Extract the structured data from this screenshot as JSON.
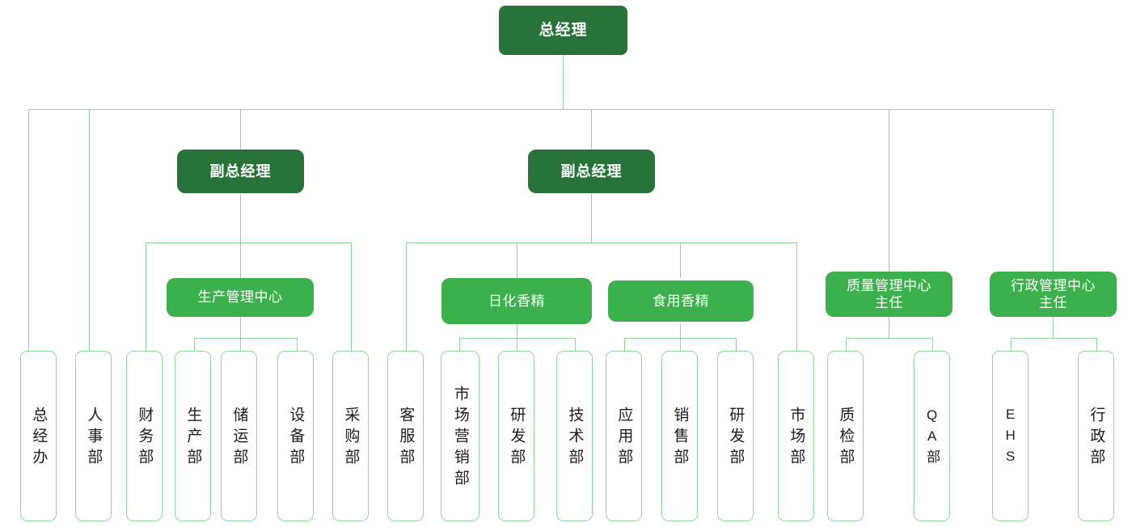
{
  "chart_title": "",
  "colors": {
    "level1_fill": "#267239",
    "level2_fill": "#267239",
    "level3_fill": "#3cb04c",
    "department_border": "#8fd89a",
    "department_fill": "#ffffff",
    "connector": "#8fd89a",
    "level_text": "#ffffff",
    "department_text": "#1d1d1d"
  },
  "org": {
    "root": {
      "label": "总经理"
    },
    "deputies": [
      {
        "id": "vp1",
        "label": "副总经理"
      },
      {
        "id": "vp2",
        "label": "副总经理"
      }
    ],
    "centers": [
      {
        "id": "prod_center",
        "label": "生产管理中心",
        "lines": [
          "生产管理中心"
        ]
      },
      {
        "id": "daily_flavor",
        "label": "日化香精",
        "lines": [
          "日化香精"
        ]
      },
      {
        "id": "food_flavor",
        "label": "食用香精",
        "lines": [
          "食用香精"
        ]
      },
      {
        "id": "quality_center",
        "label": "质量管理中心主任",
        "lines": [
          "质量管理中心",
          "主任"
        ]
      },
      {
        "id": "admin_center",
        "label": "行政管理中心主任",
        "lines": [
          "行政管理中心",
          "主任"
        ]
      }
    ],
    "departments": [
      {
        "id": "d01",
        "label": "总经办",
        "parent": "root"
      },
      {
        "id": "d02",
        "label": "人事部",
        "parent": "root"
      },
      {
        "id": "d03",
        "label": "财务部",
        "parent": "vp1"
      },
      {
        "id": "d04",
        "label": "生产部",
        "parent": "prod_center"
      },
      {
        "id": "d05",
        "label": "储运部",
        "parent": "prod_center"
      },
      {
        "id": "d06",
        "label": "设备部",
        "parent": "prod_center"
      },
      {
        "id": "d07",
        "label": "采购部",
        "parent": "vp1"
      },
      {
        "id": "d08",
        "label": "客服部",
        "parent": "vp2"
      },
      {
        "id": "d09",
        "label": "市场营销部",
        "parent": "daily_flavor"
      },
      {
        "id": "d10",
        "label": "研发部",
        "parent": "daily_flavor"
      },
      {
        "id": "d11",
        "label": "技术部",
        "parent": "daily_flavor"
      },
      {
        "id": "d12",
        "label": "应用部",
        "parent": "food_flavor"
      },
      {
        "id": "d13",
        "label": "销售部",
        "parent": "food_flavor"
      },
      {
        "id": "d14",
        "label": "研发部",
        "parent": "food_flavor"
      },
      {
        "id": "d15",
        "label": "市场部",
        "parent": "vp2"
      },
      {
        "id": "d16",
        "label": "质检部",
        "parent": "quality_center"
      },
      {
        "id": "d17",
        "label": "QA部",
        "parent": "quality_center"
      },
      {
        "id": "d18",
        "label": "EHS",
        "parent": "admin_center"
      },
      {
        "id": "d19",
        "label": "行政部",
        "parent": "admin_center"
      }
    ]
  }
}
